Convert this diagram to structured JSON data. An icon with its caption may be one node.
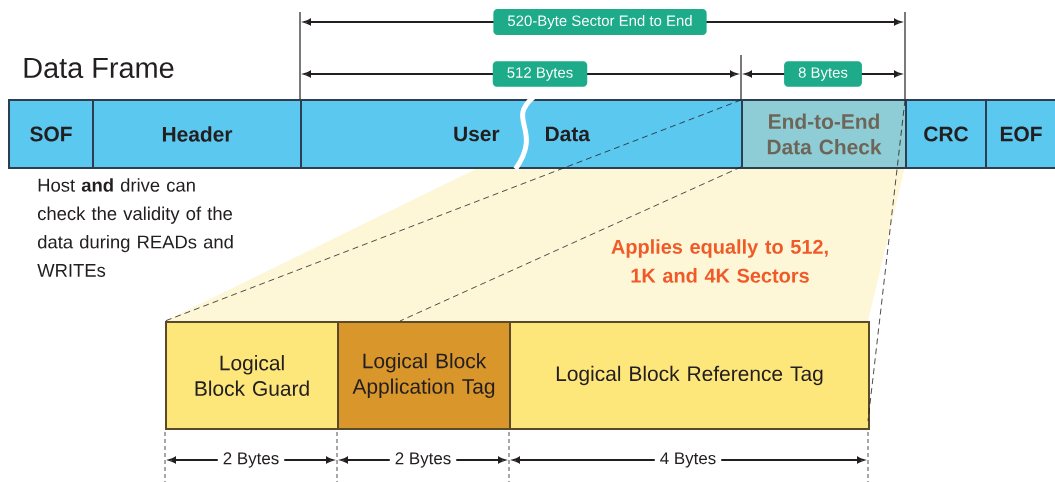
{
  "diagram": {
    "title": "Data Frame",
    "nodes": [
      {
        "text": [
          "SOF"
        ]
      },
      {
        "text": [
          "Header"
        ]
      },
      {
        "text": [
          "User",
          "Data"
        ]
      },
      {
        "text": [
          "End-to-End Data Check"
        ]
      },
      {
        "text": [
          "CRC"
        ]
      },
      {
        "text": [
          "EOF"
        ]
      },
      {
        "text": [
          "Logical Block Guard"
        ]
      },
      {
        "text": [
          "Logical Block Application Tag"
        ]
      },
      {
        "text": [
          "Logical Block Reference Tag"
        ]
      }
    ],
    "labels": [
      "520-Byte Sector End to End",
      "512 Bytes",
      "8 Bytes",
      "Host **and** drive can check the validity of the data during READs and WRITEs",
      "Applies equally to 512, 1K and 4K Sectors",
      "2 Bytes",
      "2 Bytes",
      "4 Bytes"
    ]
  }
}
